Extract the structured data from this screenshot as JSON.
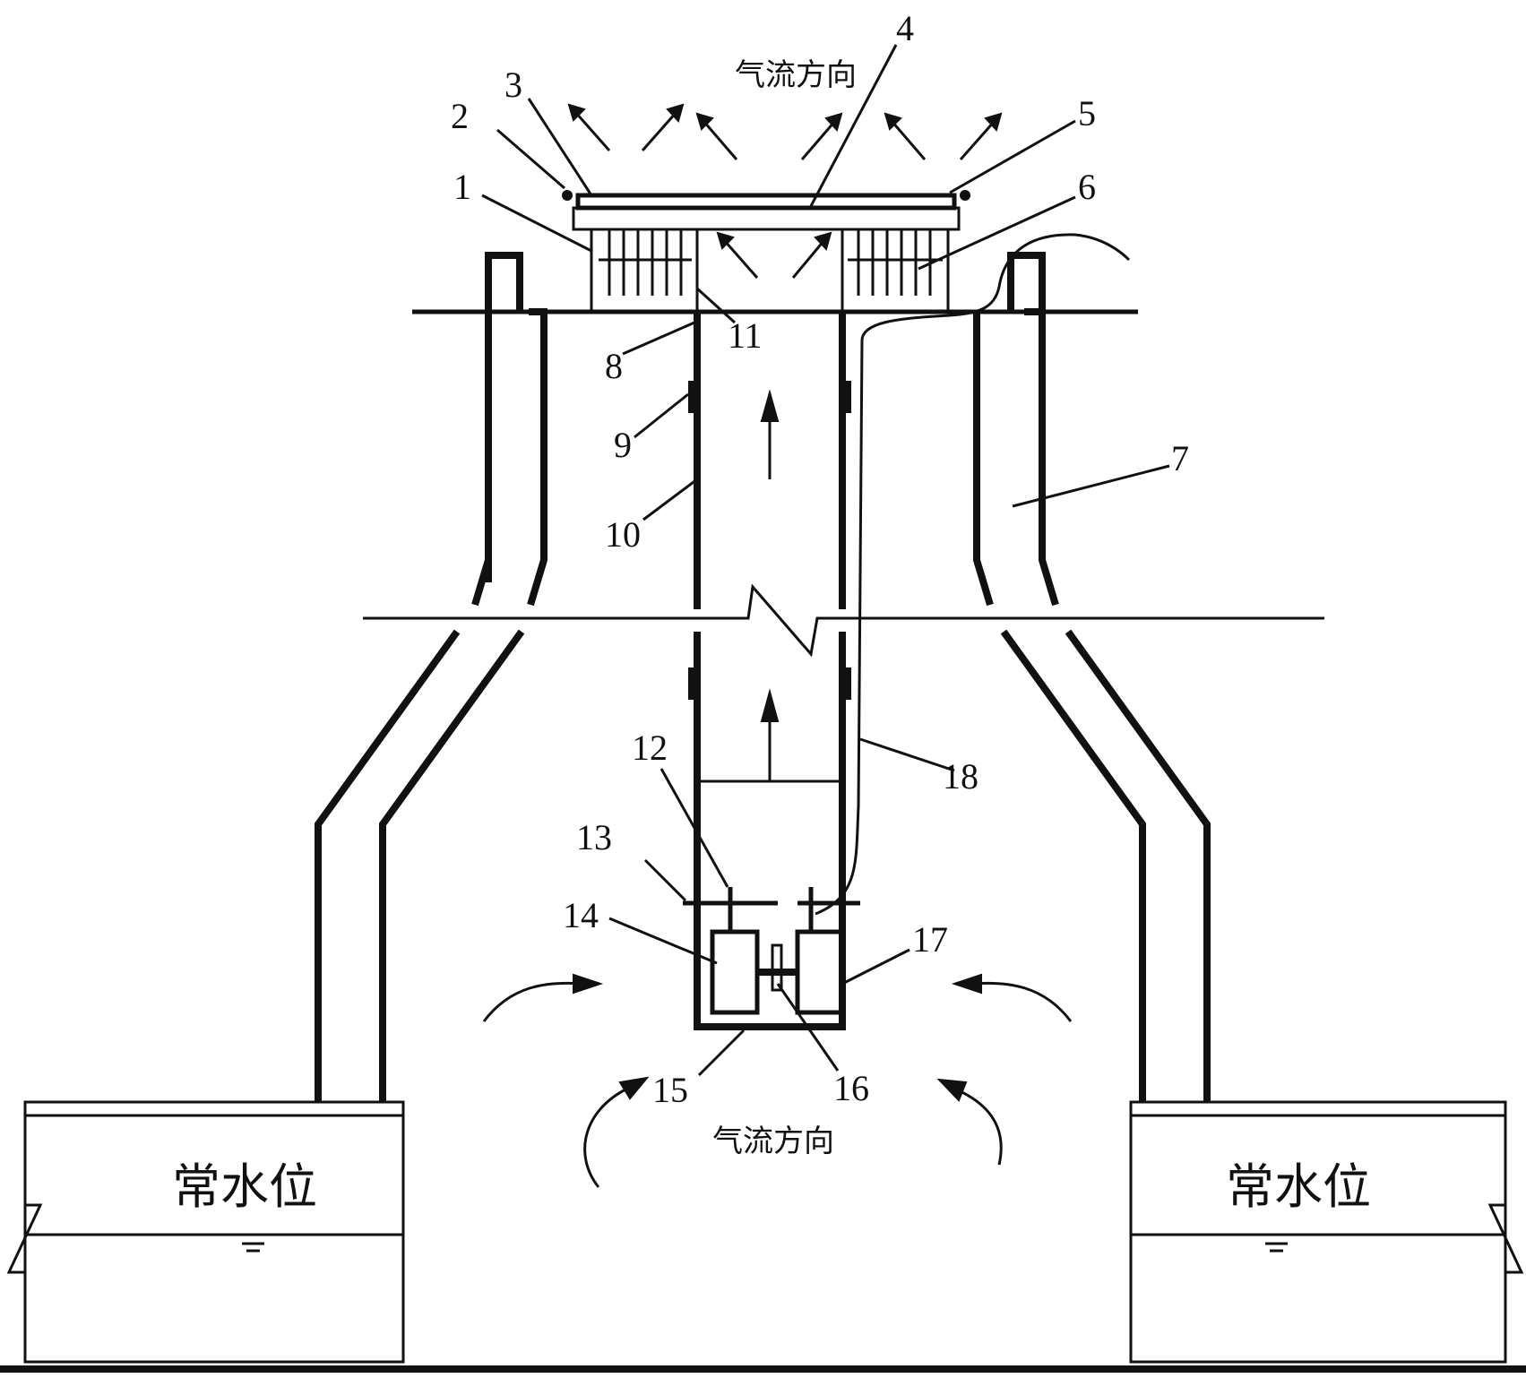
{
  "airflow_top_label": "气流方向",
  "airflow_bottom_label": "气流方向",
  "water_level_left": "常水位",
  "water_level_right": "常水位",
  "callouts": [
    "1",
    "2",
    "3",
    "4",
    "5",
    "6",
    "7",
    "8",
    "9",
    "10",
    "11",
    "12",
    "13",
    "14",
    "15",
    "16",
    "17",
    "18"
  ],
  "colors": {
    "line": "#111111",
    "background": "#ffffff"
  }
}
